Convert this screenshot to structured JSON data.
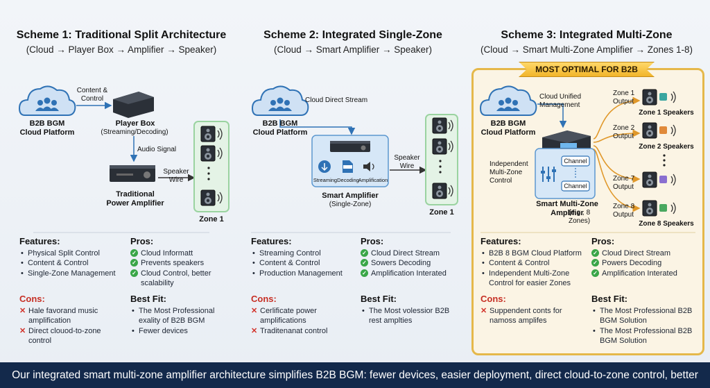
{
  "scheme1": {
    "title": "Scheme 1: Traditional Split Architecture",
    "subtitle": "(Cloud → Player Box → Amplifier → Speaker)",
    "cloud_label": "B2B BGM\nCloud Platform",
    "content_control": "Content &\nControl",
    "player_box": "Player Box",
    "player_box_sub": "(Streaming/Decoding)",
    "audio_signal": "Audio Signal",
    "speaker_wire": "Speaker\nWire",
    "amplifier": "Traditional\nPower Amplifier",
    "zone": "Zone 1",
    "features_title": "Features:",
    "features": [
      "Physical Split Control",
      "Content & Control",
      "Single-Zone Management"
    ],
    "pros_title": "Pros:",
    "pros": [
      "Cloud Informatt",
      "Prevents speakers",
      "Cloud Control, better scalability"
    ],
    "cons_title": "Cons:",
    "cons": [
      "Hale favorand music amplification",
      "Direct clouod-to-zone control"
    ],
    "bestfit_title": "Best Fit:",
    "bestfit": [
      "The Most Professional exality of B2B BGM",
      "Fewer devices"
    ]
  },
  "scheme2": {
    "title": "Scheme 2: Integrated Single-Zone",
    "subtitle": "(Cloud → Smart Amplifier → Speaker)",
    "cloud_label": "B2B BGM\nCloud Platform",
    "cloud_direct": "Cloud Direct Stream",
    "streaming": "Streaming",
    "decoding": "Decoding",
    "amplification": "Amplification",
    "speaker_wire": "Speaker\nWire",
    "amplifier": "Smart Amplifier",
    "amplifier_sub": "(Single-Zone)",
    "zone": "Zone 1",
    "features_title": "Features:",
    "features": [
      "Streaming Control",
      "Content & Control",
      "Production Management"
    ],
    "pros_title": "Pros:",
    "pros": [
      "Cloud Direct Stream",
      "Sowers Decoding",
      "Amplification Interated"
    ],
    "cons_title": "Cons:",
    "cons": [
      "Cerlificate power amplifications",
      "Traditenanat control"
    ],
    "bestfit_title": "Best Fit:",
    "bestfit": [
      "The Most volessior B2B rest amplties"
    ]
  },
  "scheme3": {
    "title": "Scheme 3: Integrated Multi-Zone",
    "subtitle": "(Cloud → Smart Multi-Zone Amplifier → Zones 1-8)",
    "badge": "MOST OPTIMAL FOR B2B",
    "cloud_label": "B2B BGM\nCloud Platform",
    "cloud_unified": "Cloud Unified\nManagement",
    "independent": "Independent\nMulti-Zone\nControl",
    "channel1": "Channel",
    "channel2": "Channel",
    "amplifier": "Smart Multi-Zone\nAmplifier",
    "amplifier_sub": "(e.g., 8 Zones)",
    "zone1_out": "Zone 1\nOutput",
    "zone2_out": "Zone 2\nOutput",
    "zone7_out": "Zone 7\nOutput",
    "zone8_out": "Zone 8\nOutput",
    "zone1_spk": "Zone 1 Speakers",
    "zone2_spk": "Zone 2 Speakers",
    "zone8_spk": "Zone 8 Speakers",
    "features_title": "Features:",
    "features": [
      "B2B 8 BGM Cloud Platform",
      "Content & Control",
      "Independent Multi-Zone Control for easier Zones"
    ],
    "pros_title": "Pros:",
    "pros": [
      "Cloud Direct Stream",
      "Powers Decoding",
      "Amplification Interated"
    ],
    "cons_title": "Cons:",
    "cons": [
      "Suppendent conts for namoss amplifes"
    ],
    "bestfit_title": "Best Fit:",
    "bestfit": [
      "The Most Professional B2B BGM Solution",
      "The Most Professional B2B BGM Solution"
    ]
  },
  "footer": "Our integrated smart multi-zone amplifier architecture simplifies B2B BGM: fewer devices, easier deployment, direct cloud-to-zone control, better scalability.",
  "colors": {
    "accent_blue": "#2f72b5",
    "optimal_gold": "#e5b84a",
    "zone_green": "#9ad3a0",
    "footer_navy": "#13294b"
  }
}
